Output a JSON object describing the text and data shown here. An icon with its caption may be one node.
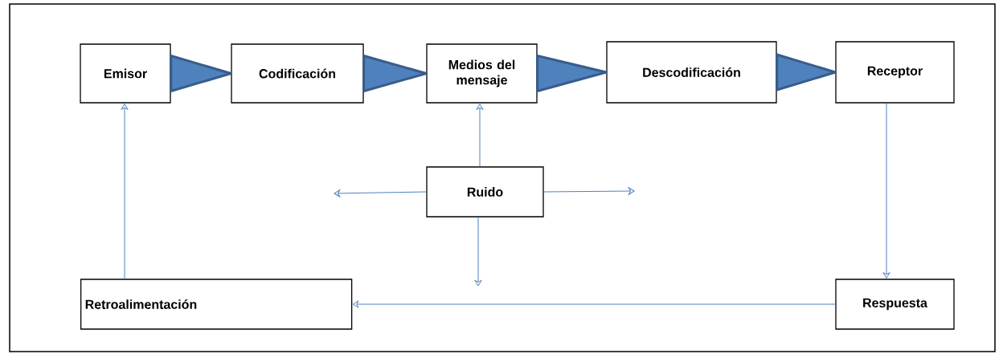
{
  "diagram": {
    "nodes": [
      {
        "text": [
          "Emisor"
        ]
      },
      {
        "text": [
          "Codificación"
        ]
      },
      {
        "text": [
          "Medios del mensaje"
        ]
      },
      {
        "text": [
          "Descodificación"
        ]
      },
      {
        "text": [
          "Receptor"
        ]
      },
      {
        "text": [
          "Ruido"
        ]
      },
      {
        "text": [
          "Retroalimentación"
        ]
      },
      {
        "text": [
          "Respuesta"
        ]
      }
    ],
    "edges": [
      {
        "from": 0,
        "to": 1,
        "arrow": "to",
        "style": "thick"
      },
      {
        "from": 1,
        "to": 2,
        "arrow": "to",
        "style": "thick"
      },
      {
        "from": 2,
        "to": 3,
        "arrow": "to",
        "style": "thick"
      },
      {
        "from": 3,
        "to": 4,
        "arrow": "to",
        "style": "thick"
      },
      {
        "from": 5,
        "to": 2,
        "arrow": "to"
      },
      {
        "from": 5,
        "to": null,
        "arrow": "to"
      },
      {
        "from": 5,
        "to": null,
        "arrow": "to"
      },
      {
        "from": 5,
        "to": null,
        "arrow": "to"
      },
      {
        "from": 4,
        "to": 7,
        "arrow": "to"
      },
      {
        "from": 7,
        "to": 6,
        "arrow": "to"
      },
      {
        "from": 6,
        "to": 0,
        "arrow": "to"
      }
    ]
  }
}
